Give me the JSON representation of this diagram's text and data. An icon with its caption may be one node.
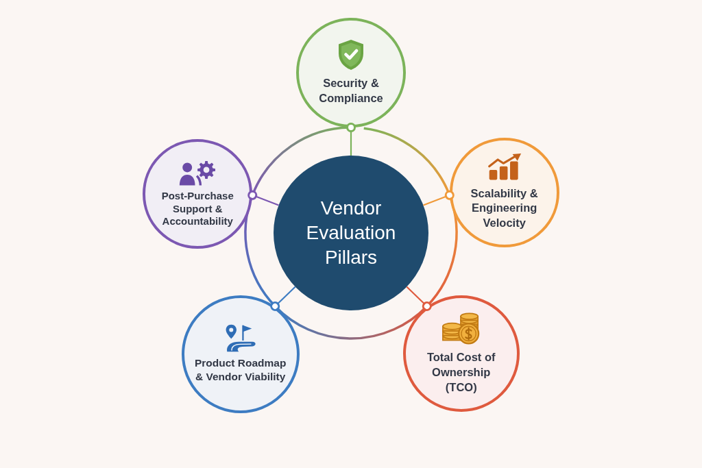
{
  "diagram": {
    "nodes": [
      {
        "text": [
          "Vendor Evaluation Pillars"
        ]
      },
      {
        "text": [
          "Security & Compliance"
        ]
      },
      {
        "text": [
          "Scalability & Engineering Velocity"
        ]
      },
      {
        "text": [
          "Total Cost of Ownership (TCO)"
        ]
      },
      {
        "text": [
          "Product Roadmap & Vendor Viability"
        ]
      },
      {
        "text": [
          "Post-Purchase Support & Accountability"
        ]
      }
    ],
    "edges": [
      {
        "from": 0,
        "to": 1,
        "arrow": "other",
        "color": "#7cb35a"
      },
      {
        "from": 0,
        "to": 2,
        "arrow": "other",
        "color": "#f09a3a"
      },
      {
        "from": 0,
        "to": 3,
        "arrow": "other",
        "color": "#df5a3e"
      },
      {
        "from": 0,
        "to": 4,
        "arrow": "other",
        "color": "#3d7cc2"
      },
      {
        "from": 0,
        "to": 5,
        "arrow": "other",
        "color": "#7c58b2"
      }
    ]
  }
}
